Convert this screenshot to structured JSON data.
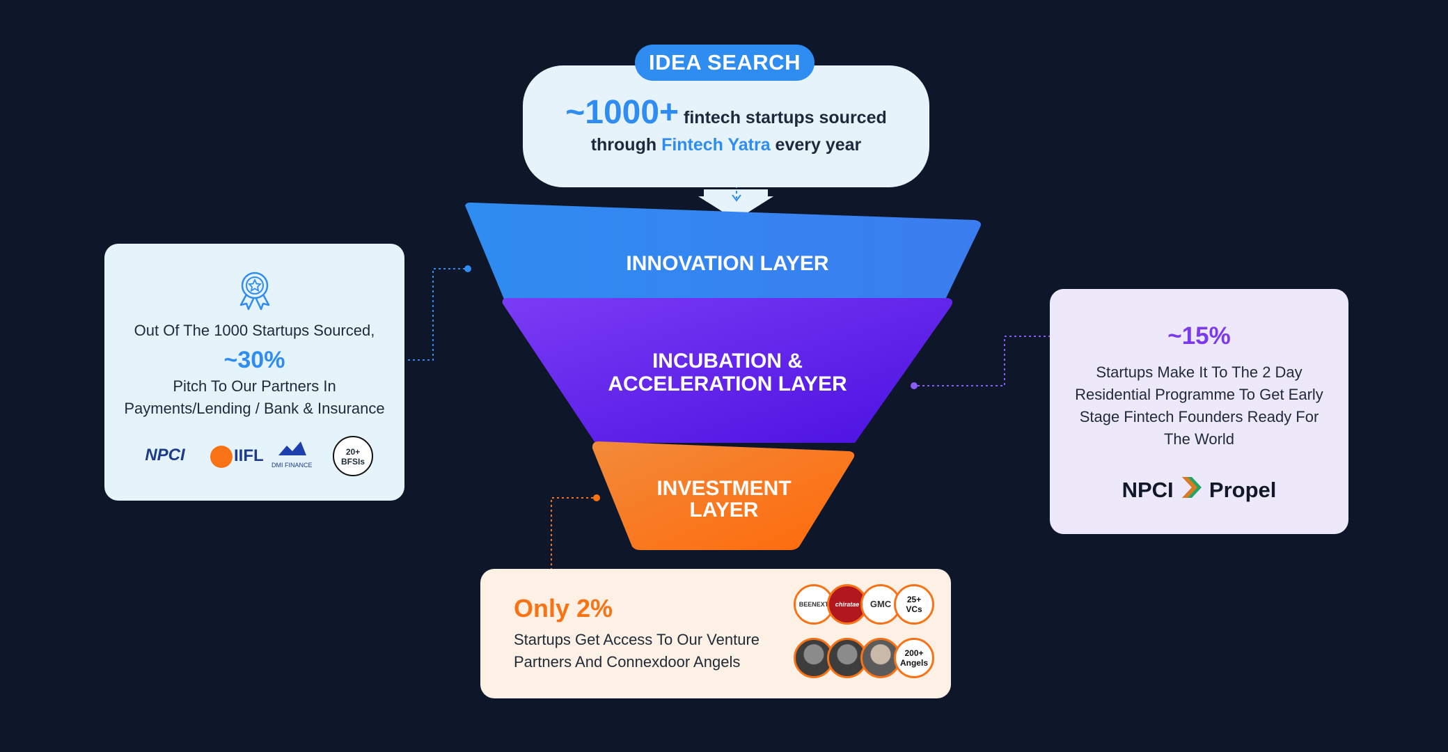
{
  "top": {
    "pill": "IDEA SEARCH",
    "big": "~1000+",
    "line1_rest": " fintech startups sourced",
    "line2_pre": "through ",
    "line2_link": "Fintech Yatra",
    "line2_post": " every year"
  },
  "funnel": {
    "layer1": "INNOVATION LAYER",
    "layer2_a": "INCUBATION &",
    "layer2_b": "ACCELERATION LAYER",
    "layer3_a": "INVESTMENT",
    "layer3_b": "LAYER",
    "colors": {
      "innovation": "#2f8cf0",
      "incubation": "#5b21e6",
      "investment": "#f97316"
    }
  },
  "left": {
    "icon": "award-ribbon-icon",
    "line1": "Out Of The 1000 Startups Sourced,",
    "pct": "~30%",
    "line2": "Pitch To Our Partners In",
    "line3": "Payments/Lending / Bank & Insurance",
    "logos": [
      "NPCI",
      "IIFL",
      "DMI FINANCE"
    ],
    "badge_a": "20+",
    "badge_b": "BFSIs"
  },
  "right": {
    "pct": "~15%",
    "text": "Startups Make It To The 2 Day Residential Programme To Get Early Stage Fintech Founders Ready For The World",
    "logo_a": "NPCI",
    "logo_b": "Propel"
  },
  "bottom": {
    "title": "Only 2%",
    "text": "Startups Get Access To Our Venture Partners And Connexdoor Angels",
    "vc_logos": [
      "BEENEXT",
      "chiratae",
      "GMC"
    ],
    "vcs_a": "25+",
    "vcs_b": "VCs",
    "angels_a": "200+",
    "angels_b": "Angels"
  }
}
